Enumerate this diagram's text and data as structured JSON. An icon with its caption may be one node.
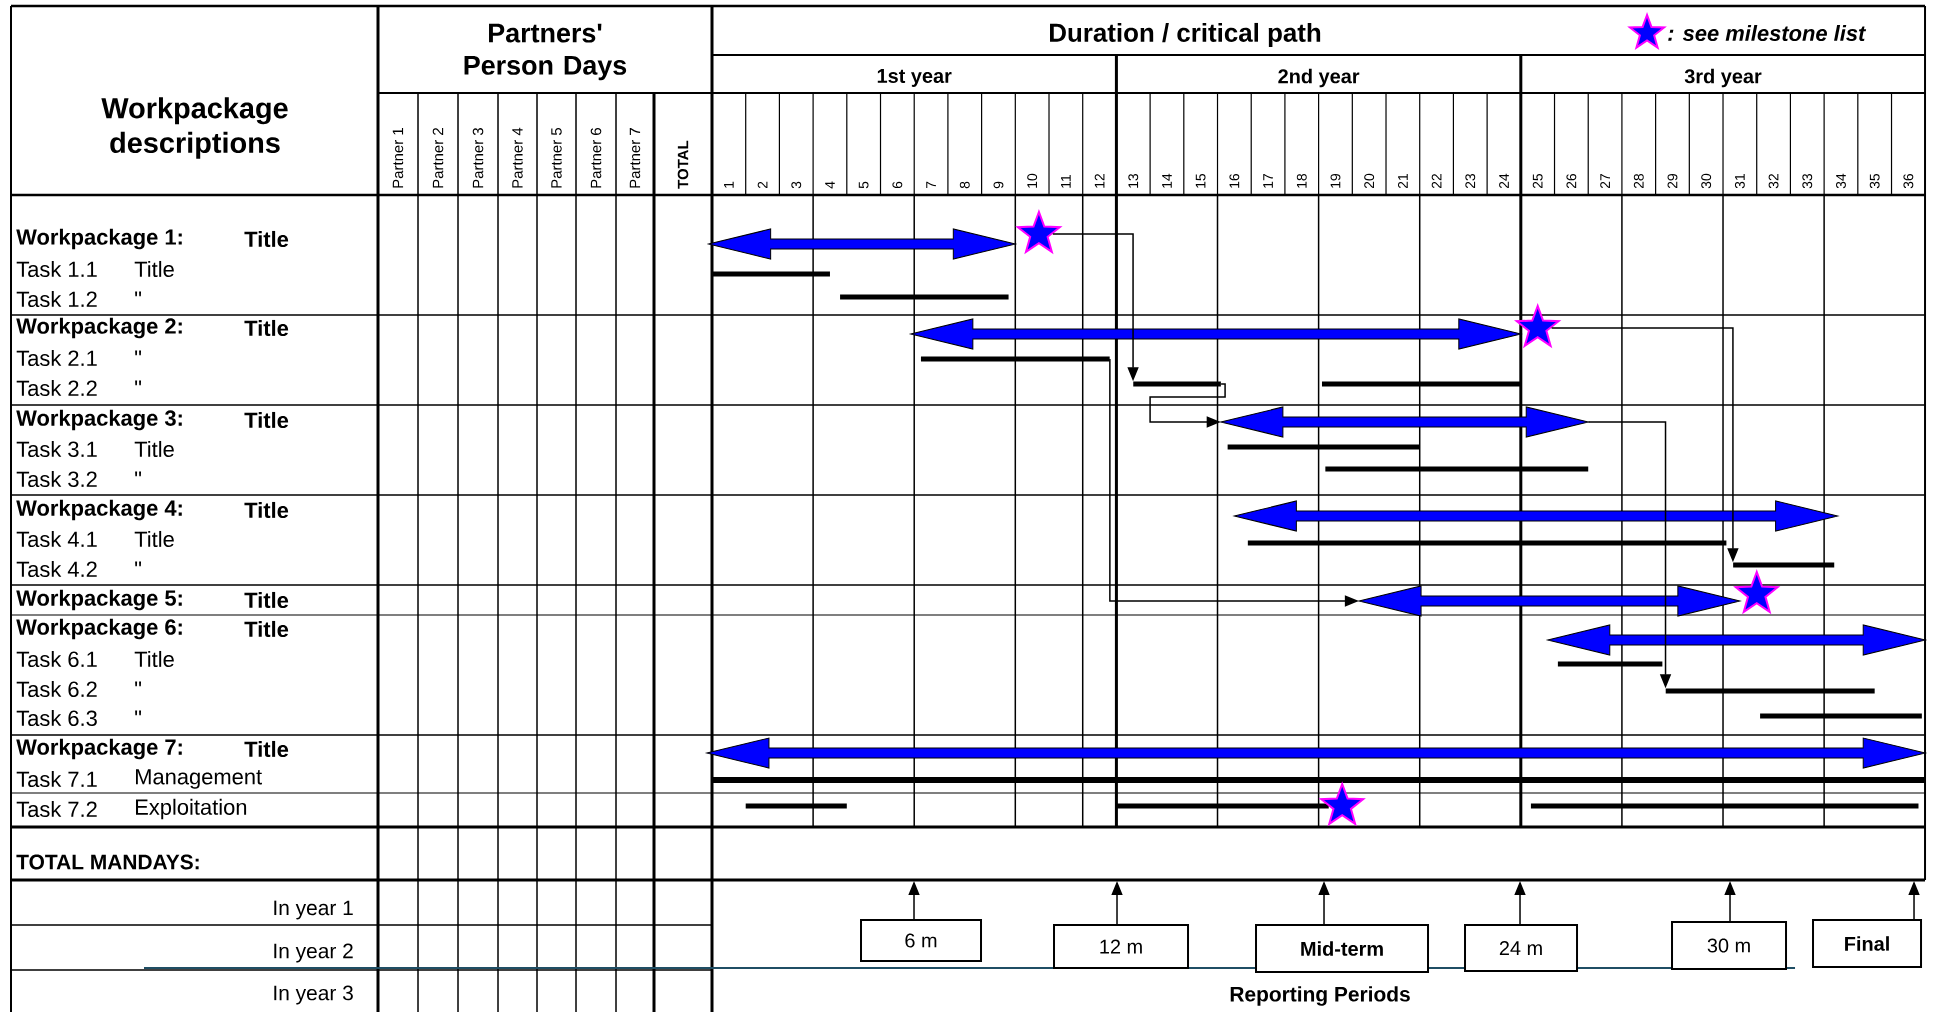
{
  "diagram": {
    "nodes": [
      {
        "text": [],
        "shape": "arrow"
      },
      {
        "text": [],
        "shape": "star"
      },
      {
        "text": [],
        "shape": "bar"
      },
      {
        "text": [],
        "shape": "bar"
      },
      {
        "text": [],
        "shape": "arrow"
      },
      {
        "text": [],
        "shape": "star"
      },
      {
        "text": [],
        "shape": "bar"
      },
      {
        "text": [],
        "shape": "bar"
      },
      {
        "text": [],
        "shape": "bar"
      },
      {
        "text": [],
        "shape": "arrow"
      },
      {
        "text": [],
        "shape": "bar"
      },
      {
        "text": [],
        "shape": "bar"
      },
      {
        "text": [],
        "shape": "arrow"
      },
      {
        "text": [],
        "shape": "bar"
      },
      {
        "text": [],
        "shape": "bar"
      },
      {
        "text": [],
        "shape": "arrow"
      },
      {
        "text": [],
        "shape": "star"
      },
      {
        "text": [],
        "shape": "arrow"
      },
      {
        "text": [],
        "shape": "bar"
      },
      {
        "text": [],
        "shape": "bar"
      },
      {
        "text": [],
        "shape": "bar"
      },
      {
        "text": [],
        "shape": "arrow"
      },
      {
        "text": [],
        "shape": "bar"
      },
      {
        "text": [],
        "shape": "bar"
      },
      {
        "text": [],
        "shape": "bar"
      },
      {
        "text": [],
        "shape": "star"
      },
      {
        "text": [],
        "shape": "bar"
      },
      {
        "text": [
          "6 m"
        ]
      },
      {
        "text": [
          "12 m"
        ]
      },
      {
        "text": [
          "Mid-term"
        ]
      },
      {
        "text": [
          "24 m"
        ]
      },
      {
        "text": [
          "30 m"
        ]
      },
      {
        "text": [
          "Final"
        ]
      }
    ],
    "edges": [
      {
        "from": 1,
        "to": 7,
        "arrow": "to"
      },
      {
        "from": 5,
        "to": 14,
        "arrow": "to"
      },
      {
        "from": 6,
        "to": 15,
        "arrow": "to"
      },
      {
        "from": 7,
        "to": 9,
        "arrow": "to"
      },
      {
        "from": 9,
        "to": 19,
        "arrow": "to"
      },
      {
        "from": 27,
        "to": null,
        "arrow": "to"
      },
      {
        "from": 28,
        "to": null,
        "arrow": "to"
      },
      {
        "from": 29,
        "to": null,
        "arrow": "to"
      },
      {
        "from": 30,
        "to": null,
        "arrow": "to"
      },
      {
        "from": 31,
        "to": null,
        "arrow": "to"
      },
      {
        "from": 32,
        "to": null,
        "arrow": "to"
      }
    ],
    "labels": [
      "Partners' Person Days",
      "Duration / critical path",
      "Workpackage descriptions",
      "1st year",
      "2nd year",
      "3rd year",
      "Partner 1",
      "Partner 2",
      "Partner 3",
      "Partner 4",
      "Partner 5",
      "Partner 6",
      "Partner 7",
      "TOTAL",
      "1",
      "2",
      "3",
      "4",
      "5",
      "6",
      "7",
      "8",
      "9",
      "10",
      "11",
      "12",
      "13",
      "14",
      "15",
      "16",
      "17",
      "18",
      "19",
      "20",
      "21",
      "22",
      "23",
      "24",
      "25",
      "26",
      "27",
      "28",
      "29",
      "30",
      "31",
      "32",
      "33",
      "34",
      "35",
      "36",
      "Workpackage 1:",
      "Title",
      "Task 1.1",
      "Title",
      "Task 1.2",
      "\"",
      "Workpackage 2:",
      "Title",
      "Task 2.1",
      "\"",
      "Task 2.2",
      "\"",
      "Workpackage 3:",
      "Title",
      "Task 3.1",
      "Title",
      "Task 3.2",
      "\"",
      "Workpackage 4:",
      "Title",
      "Task 4.1",
      "Title",
      "Task 4.2",
      "\"",
      "Workpackage 5:",
      "Title",
      "Workpackage 6:",
      "Title",
      "Task 6.1",
      "Title",
      "Task 6.2",
      "\"",
      "Task 6.3",
      "\"",
      "Workpackage 7:",
      "Title",
      "Task 7.1",
      "Management",
      "Task 7.2",
      "Exploitation",
      "TOTAL MANDAYS:",
      "In year 1",
      "In year 2",
      "In year 3",
      "Reporting Periods"
    ],
    "legend": [
      {
        "text": ": see milestone list"
      }
    ]
  }
}
